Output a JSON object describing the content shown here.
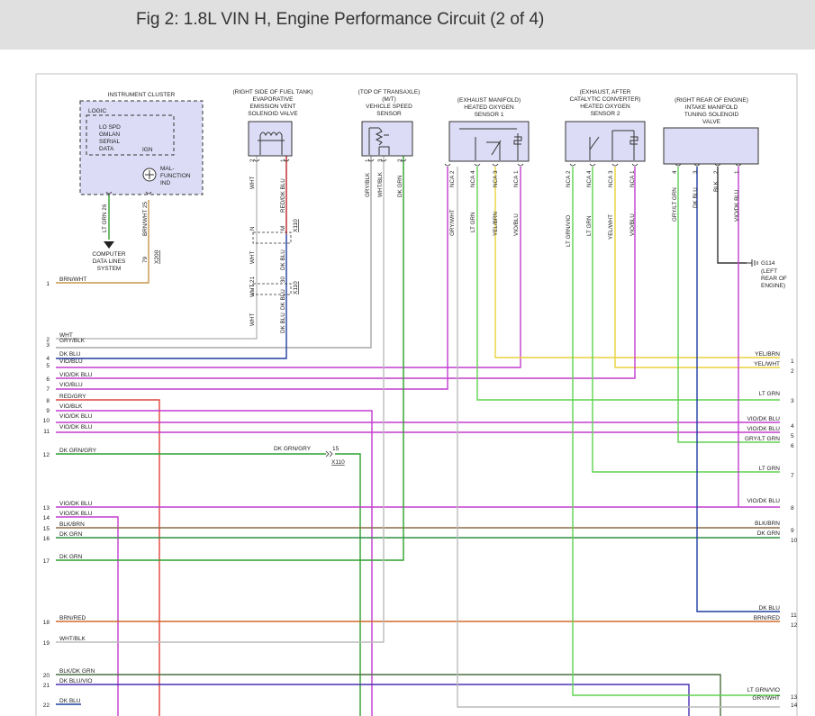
{
  "page": {
    "title": "Fig 2: 1.8L VIN H, Engine Performance Circuit (2 of 4)"
  },
  "components": [
    {
      "id": "ic",
      "lines": [
        "INSTRUMENT CLUSTER"
      ]
    },
    {
      "id": "evap",
      "lines": [
        "(RIGHT SIDE OF FUEL TANK)",
        "EVAPORATIVE",
        "EMISSION VENT",
        "SOLENOID VALVE"
      ]
    },
    {
      "id": "vss",
      "lines": [
        "(TOP OF TRANSAXLE)",
        "(M/T)",
        "VEHICLE SPEED",
        "SENSOR"
      ]
    },
    {
      "id": "hos1",
      "lines": [
        "(EXHAUST MANIFOLD)",
        "HEATED OXYGEN",
        "SENSOR 1"
      ]
    },
    {
      "id": "hos2",
      "lines": [
        "(EXHAUST, AFTER",
        "CATALYTIC CONVERTER)",
        "HEATED OXYGEN",
        "SENSOR 2"
      ]
    },
    {
      "id": "imt",
      "lines": [
        "(RIGHT REAR OF ENGINE)",
        "INTAKE MANIFOLD",
        "TUNING SOLENOID",
        "VALVE"
      ]
    }
  ],
  "cluster": {
    "logic": "LOGIC",
    "data_lines": [
      "LO SPD",
      "GMLAN",
      "SERIAL",
      "DATA"
    ],
    "ign": "IGN",
    "mil": [
      "MAL-",
      "FUNCTION",
      "IND"
    ],
    "computer": [
      "COMPUTER",
      "DATA LINES",
      "SYSTEM"
    ]
  },
  "ground": {
    "name": "G114",
    "lines": [
      "(LEFT",
      "REAR OF",
      "ENGINE)"
    ]
  },
  "connectors": {
    "x200": "X200",
    "x110a": "X110",
    "x110b": "X110",
    "x110c": "X110"
  },
  "left_pins": [
    {
      "n": "1",
      "w": "BRN/WHT"
    },
    {
      "n": "2",
      "w": "WHT"
    },
    {
      "n": "3",
      "w": "GRY/BLK"
    },
    {
      "n": "4",
      "w": "DK BLU"
    },
    {
      "n": "5",
      "w": "VIO/BLU"
    },
    {
      "n": "6",
      "w": "VIO/DK BLU"
    },
    {
      "n": "7",
      "w": "VIO/BLU"
    },
    {
      "n": "8",
      "w": "RED/GRY"
    },
    {
      "n": "9",
      "w": "VIO/BLK"
    },
    {
      "n": "10",
      "w": "VIO/DK BLU"
    },
    {
      "n": "11",
      "w": "VIO/DK BLU"
    },
    {
      "n": "12",
      "w": "DK GRN/GRY"
    },
    {
      "n": "13",
      "w": "VIO/DK BLU"
    },
    {
      "n": "14",
      "w": "VIO/DK BLU"
    },
    {
      "n": "15",
      "w": "BLK/BRN"
    },
    {
      "n": "16",
      "w": "DK GRN"
    },
    {
      "n": "17",
      "w": "DK GRN"
    },
    {
      "n": "18",
      "w": "BRN/RED"
    },
    {
      "n": "19",
      "w": "WHT/BLK"
    },
    {
      "n": "20",
      "w": "BLK/DK GRN"
    },
    {
      "n": "21",
      "w": "DK BLU/VIO"
    },
    {
      "n": "22",
      "w": "DK BLU"
    }
  ],
  "right_pins": [
    {
      "n": "1",
      "w": "YEL/BRN"
    },
    {
      "n": "2",
      "w": "YEL/WHT"
    },
    {
      "n": "3",
      "w": "LT GRN"
    },
    {
      "n": "4",
      "w": "VIO/DK BLU"
    },
    {
      "n": "5",
      "w": "VIO/DK BLU"
    },
    {
      "n": "6",
      "w": "GRY/LT GRN"
    },
    {
      "n": "7",
      "w": "LT GRN"
    },
    {
      "n": "8",
      "w": "VIO/DK BLU"
    },
    {
      "n": "9",
      "w": "BLK/BRN"
    },
    {
      "n": "10",
      "w": "DK GRN"
    },
    {
      "n": "11",
      "w": "DK BLU"
    },
    {
      "n": "12",
      "w": "BRN/RED"
    },
    {
      "n": "13",
      "w": "LT GRN/VIO"
    },
    {
      "n": "14",
      "w": "GRY/WHT"
    }
  ],
  "mid_labels": {
    "dkgrngry": "DK GRN/GRY",
    "pin15": "15"
  },
  "vert_labels": [
    {
      "id": "ic_ltgrn",
      "t": "LT GRN 26"
    },
    {
      "id": "ic_brnwht",
      "t": "BRN/WHT 25"
    },
    {
      "id": "x200pin",
      "t": "79"
    },
    {
      "id": "ev_wht1",
      "t": "WHT"
    },
    {
      "id": "ev_p2",
      "t": "2"
    },
    {
      "id": "ev_redblu",
      "t": "RED/DK BLU"
    },
    {
      "id": "ev_p1",
      "t": "1"
    },
    {
      "id": "ev_wht2",
      "t": "WHT"
    },
    {
      "id": "ev_n",
      "t": "N"
    },
    {
      "id": "ev_dkblu1",
      "t": "DK BLU"
    },
    {
      "id": "ev_m",
      "t": "M"
    },
    {
      "id": "ev_wht3",
      "t": "WHT"
    },
    {
      "id": "ev_21",
      "t": "21"
    },
    {
      "id": "ev_dkblu2",
      "t": "DK BLU"
    },
    {
      "id": "ev_30",
      "t": "30"
    },
    {
      "id": "ev_wht4",
      "t": "WHT"
    },
    {
      "id": "ev_dkblu3",
      "t": "DK BLU"
    },
    {
      "id": "vs_gryblk",
      "t": "GRY/BLK"
    },
    {
      "id": "vs_p1",
      "t": "1"
    },
    {
      "id": "vs_whtblk",
      "t": "WHT/BLK"
    },
    {
      "id": "vs_p3",
      "t": "3"
    },
    {
      "id": "vs_dkgrn",
      "t": "DK GRN"
    },
    {
      "id": "vs_p2",
      "t": "2"
    },
    {
      "id": "h1_nca1",
      "t": "NCA"
    },
    {
      "id": "h1_p2",
      "t": "2"
    },
    {
      "id": "h1_nca2",
      "t": "NCA"
    },
    {
      "id": "h1_p4",
      "t": "4"
    },
    {
      "id": "h1_nca3",
      "t": "NCA"
    },
    {
      "id": "h1_p3",
      "t": "3"
    },
    {
      "id": "h1_nca4",
      "t": "NCA"
    },
    {
      "id": "h1_p1",
      "t": "1"
    },
    {
      "id": "h1_grywht",
      "t": "GRY/WHT"
    },
    {
      "id": "h1_ltgrn",
      "t": "LT GRN"
    },
    {
      "id": "h1_yelbrn",
      "t": "YEL/BRN"
    },
    {
      "id": "h1_vioblu",
      "t": "VIO/BLU"
    },
    {
      "id": "h2_nca1",
      "t": "NCA"
    },
    {
      "id": "h2_p2",
      "t": "2"
    },
    {
      "id": "h2_nca2",
      "t": "NCA"
    },
    {
      "id": "h2_p4",
      "t": "4"
    },
    {
      "id": "h2_nca3",
      "t": "NCA"
    },
    {
      "id": "h2_p3",
      "t": "3"
    },
    {
      "id": "h2_nca4",
      "t": "NCA"
    },
    {
      "id": "h2_p1",
      "t": "1"
    },
    {
      "id": "h2_ltgrnvio",
      "t": "LT GRN/VIO"
    },
    {
      "id": "h2_ltgrn",
      "t": "LT GRN"
    },
    {
      "id": "h2_yelwht",
      "t": "YEL/WHT"
    },
    {
      "id": "h2_vioblu",
      "t": "VIO/BLU"
    },
    {
      "id": "im_p4",
      "t": "4"
    },
    {
      "id": "im_p3",
      "t": "3"
    },
    {
      "id": "im_p2",
      "t": "2"
    },
    {
      "id": "im_p1",
      "t": "1"
    },
    {
      "id": "im_grylt",
      "t": "GRY/LT GRN"
    },
    {
      "id": "im_dkblu",
      "t": "DK BLU"
    },
    {
      "id": "im_blk",
      "t": "BLK"
    },
    {
      "id": "im_viodkblu",
      "t": "VIO/DK BLU"
    }
  ],
  "colors": {
    "brnwht": "#c8964b",
    "wht": "#bbbbbb",
    "grayblk": "#a6a6a6",
    "dkblu": "#1f3f9f",
    "violet": "#c33ccf",
    "red": "#e0453a",
    "green": "#2ea02e",
    "ltgrn": "#5fd24f",
    "yellow": "#e8d23c",
    "brown": "#8a6c48",
    "brnred": "#d06a2a",
    "dkgrn_grn": "#2e8f45",
    "blkgrn": "#4c6f3f",
    "dkbluvio": "#4a2fb3",
    "blk": "#333333"
  }
}
